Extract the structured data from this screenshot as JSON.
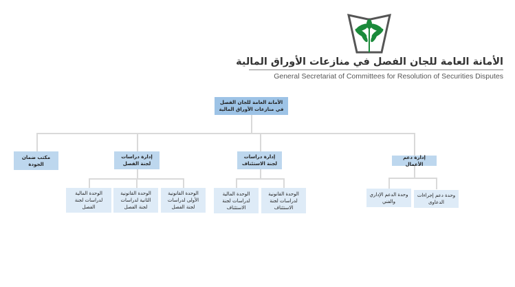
{
  "header": {
    "title_ar": "الأمانة العامة للجان الفصل في منازعات الأوراق المالية",
    "title_en": "General Secretariat of Committees for Resolution of Securities Disputes",
    "colors": {
      "palm": "#1a8a3a",
      "book": "#555555"
    }
  },
  "org": {
    "root": "الأمانة العامة للجان الفصل في منازعات الأوراق المالية",
    "quality": "مكتب ضمان الجودة",
    "fasl": {
      "label": "إدارة دراسات لجنة الفصل",
      "units": [
        "الوحدة القانونية الأولى لدراسات لجنة الفصل",
        "الوحدة القانونية الثانية لدراسات لجنة الفصل",
        "الوحدة المالية لدراسات لجنة الفصل"
      ]
    },
    "appeal": {
      "label": "إدارة دراسات لجنة الاستئناف",
      "units": [
        "الوحدة القانونية لدراسات لجنة الاستئناف",
        "الوحدة المالية لدراسات لجنة الاستئناف"
      ]
    },
    "support": {
      "label": "إدارة دعم الأعمال",
      "units": [
        "وحدة دعم إجراءات الدعاوى",
        "وحدة الدعم الإداري والفني"
      ]
    }
  },
  "colors": {
    "level1": "#9dc3e6",
    "level2": "#bdd7ee",
    "level3": "#deebf7",
    "connector": "#d9d9d9"
  }
}
